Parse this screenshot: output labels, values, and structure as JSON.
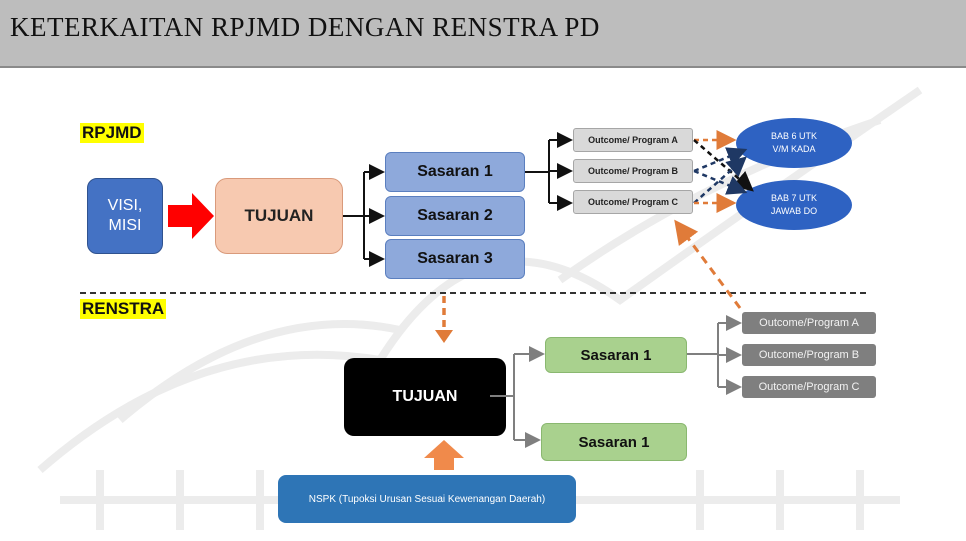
{
  "header": {
    "title": "KETERKAITAN RPJMD DENGAN RENSTRA PD"
  },
  "rpjmd": {
    "label": "RPJMD",
    "visi_misi": "VISI,\nMISI",
    "tujuan": "TUJUAN",
    "sasaran": [
      "Sasaran 1",
      "Sasaran 2",
      "Sasaran 3"
    ],
    "outcomes": [
      "Outcome/  Program A",
      "Outcome/  Program B",
      "Outcome/  Program C"
    ],
    "bab": [
      "BAB 6 UTK\nV/M KADA",
      "BAB 7 UTK\nJAWAB DO"
    ]
  },
  "renstra": {
    "label": "RENSTRA",
    "tujuan": "TUJUAN",
    "sasaran": [
      "Sasaran 1",
      "Sasaran 1"
    ],
    "outcomes": [
      "Outcome/Program  A",
      "Outcome/Program  B",
      "Outcome/Program  C"
    ],
    "nspk": "NSPK (Tupoksi Urusan Sesuai Kewenangan Daerah)"
  },
  "colors": {
    "header_bg": "#bdbdbd",
    "label_highlight": "#ffff00",
    "blue": "#4472c4",
    "orange_arrow": "#e07b39",
    "red_arrow": "#ff0000"
  }
}
